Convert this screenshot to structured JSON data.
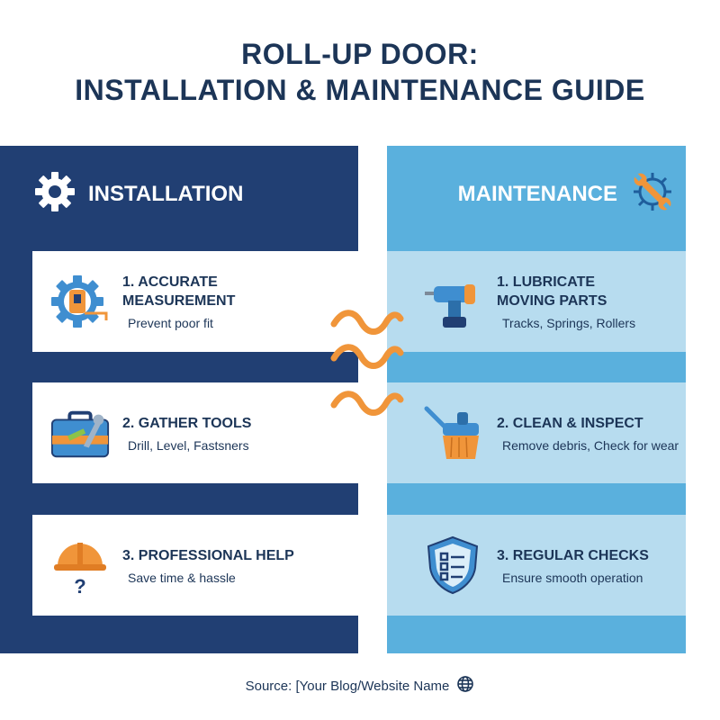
{
  "title": {
    "line1": "ROLL-UP DOOR:",
    "line2": "INSTALLATION & MAINTENANCE GUIDE"
  },
  "installation": {
    "header": "INSTALLATION",
    "header_icon": "gear-icon",
    "items": [
      {
        "heading": "1. ACCURATE\nMEASUREMENT",
        "sub": "Prevent poor fit",
        "icon": "gear-measuring-tape-icon"
      },
      {
        "heading": "2. GATHER TOOLS",
        "sub": "Drill, Level, Fastsners",
        "icon": "toolbox-icon"
      },
      {
        "heading": "3. PROFESSIONAL HELP",
        "sub": "Save time & hassle",
        "icon": "hard-hat-question-icon"
      }
    ]
  },
  "maintenance": {
    "header": "MAINTENANCE",
    "header_icon": "gear-wrench-icon",
    "items": [
      {
        "heading": "1. LUBRICATE\nMOVING PARTS",
        "sub": "Tracks, Springs, Rollers",
        "icon": "drill-icon"
      },
      {
        "heading": "2. CLEAN & INSPECT",
        "sub": "Remove debris, Check for wear",
        "icon": "broom-icon"
      },
      {
        "heading": "3. REGULAR CHECKS",
        "sub": "Ensure smooth operation",
        "icon": "shield-checklist-icon"
      }
    ]
  },
  "footer": {
    "text": "Source: [Your Blog/Website Name",
    "icon": "globe-icon"
  },
  "colors": {
    "navy": "#213f73",
    "light_blue": "#5ab0dd",
    "pale_blue": "#b7dcef",
    "orange": "#f0953a",
    "text_dark": "#1c3557"
  }
}
